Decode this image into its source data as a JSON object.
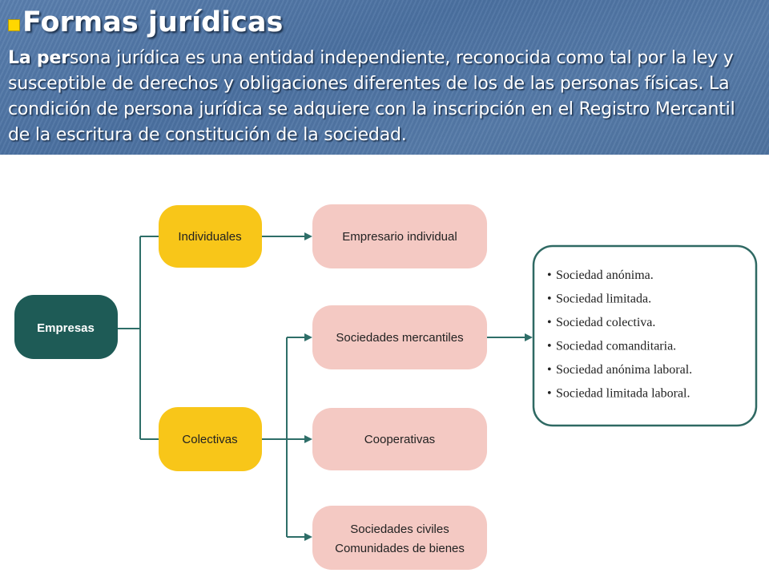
{
  "slide": {
    "title": "Formas jurídicas",
    "paragraph_lead": "La per",
    "paragraph_rest": "sona jurídica es una entidad independiente, reconocida como tal por la ley y susceptible  de derechos y obligaciones diferentes de los de las personas físicas. La condición de persona jurídica se adquiere con la inscripción en el Registro Mercantil de la escritura de constitución de la sociedad."
  },
  "colors": {
    "root": "#1e5b56",
    "category": "#f8c619",
    "leaf": "#f4c9c3",
    "connector": "#2e6e68",
    "box_border": "#2f6963"
  },
  "diagram": {
    "root": "Empresas",
    "categories": [
      "Individuales",
      "Colectivas"
    ],
    "leaves": {
      "empresario": "Empresario individual",
      "mercantiles": "Sociedades mercantiles",
      "cooperativas": "Cooperativas",
      "civiles_1": "Sociedades civiles",
      "civiles_2": "Comunidades de bienes"
    },
    "list_bullet": "•",
    "list": [
      "Sociedad anónima.",
      "Sociedad limitada.",
      "Sociedad colectiva.",
      "Sociedad comanditaria.",
      "Sociedad anónima laboral.",
      "Sociedad limitada laboral."
    ]
  }
}
